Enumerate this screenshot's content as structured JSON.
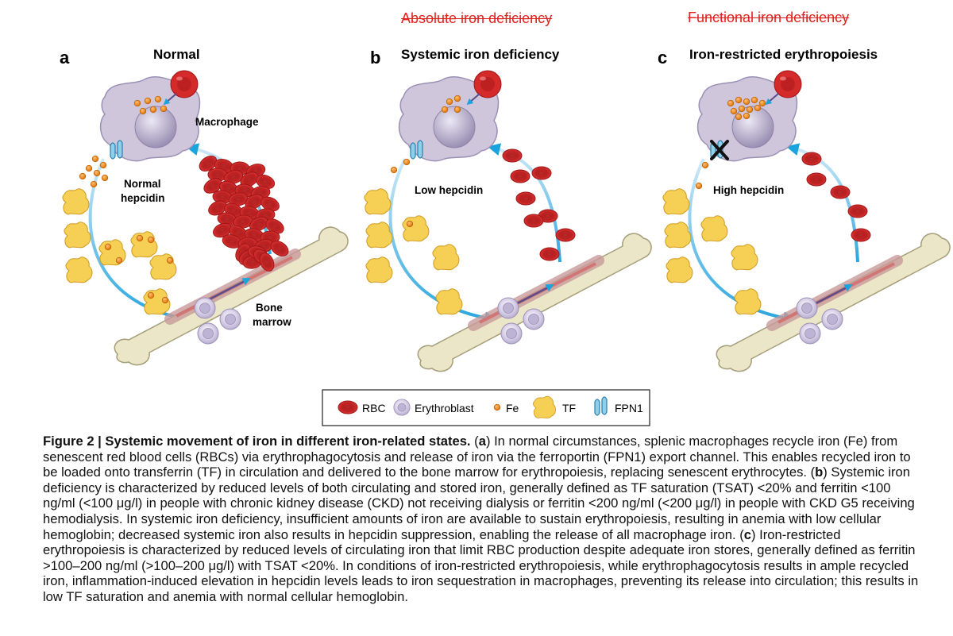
{
  "annotations": {
    "absolute": "Absolute iron deficiency",
    "functional": "Functional iron deficiency"
  },
  "panels": [
    {
      "letter": "a",
      "title": "Normal",
      "macrophage_label": "Macrophage",
      "hepcidin_line1": "Normal",
      "hepcidin_line2": "hepcidin",
      "marrow_line1": "Bone",
      "marrow_line2": "marrow"
    },
    {
      "letter": "b",
      "title": "Systemic iron deficiency",
      "hepcidin_label": "Low hepcidin"
    },
    {
      "letter": "c",
      "title": "Iron-restricted erythropoiesis",
      "hepcidin_label": "High hepcidin"
    }
  ],
  "legend": {
    "rbc": "RBC",
    "erythroblast": "Erythroblast",
    "fe": "Fe",
    "tf": "TF",
    "fpn1": "FPN1"
  },
  "caption": {
    "figure_label": "Figure 2 |",
    "figure_title": "Systemic movement of iron in different iron-related states.",
    "open_a": "(",
    "a": "a",
    "text_a": ") In normal circumstances, splenic macrophages recycle iron (Fe) from senescent red blood cells (RBCs) via erythrophagocytosis and release of iron via the ferroportin (FPN1) export channel. This enables recycled iron to be loaded onto transferrin (TF) in circulation and delivered to the bone marrow for erythropoiesis, replacing senescent erythrocytes. (",
    "b": "b",
    "text_b": ") Systemic iron deficiency is characterized by reduced levels of both circulating and stored iron, generally defined as TF saturation (TSAT) <20% and ferritin <100 ng/ml (<100 μg/l) in people with chronic kidney disease (CKD) not receiving dialysis or ferritin <200 ng/ml (<200 μg/l) in people with CKD G5 receiving hemodialysis. In systemic iron deficiency, insufficient amounts of iron are available to sustain erythropoiesis, resulting in anemia with low cellular hemoglobin; decreased systemic iron also results in hepcidin suppression, enabling the release of all macrophage iron. (",
    "c": "c",
    "text_c": ") Iron-restricted erythropoiesis is characterized by reduced levels of circulating iron that limit RBC production despite adequate iron stores, generally defined as ferritin >100–200 ng/ml (>100–200 μg/l) with TSAT <20%. In conditions of iron-restricted erythropoiesis, while erythrophagocytosis results in ample recycled iron, inflammation-induced elevation in hepcidin levels leads to iron sequestration in macrophages, preventing its release into circulation; this results in low TF saturation and anemia with normal cellular hemoglobin."
  },
  "colors": {
    "rbc": "#d42a2a",
    "rbc_dark": "#a01515",
    "macrophage": "#cfc6dc",
    "nucleus": "#a79fbd",
    "fe": "#f08a1c",
    "tf": "#f6cf55",
    "fpn1": "#8fcfe8",
    "arrow": "#1aa3dc",
    "bone": "#ece6c8",
    "annotation_red": "#e0211c"
  }
}
